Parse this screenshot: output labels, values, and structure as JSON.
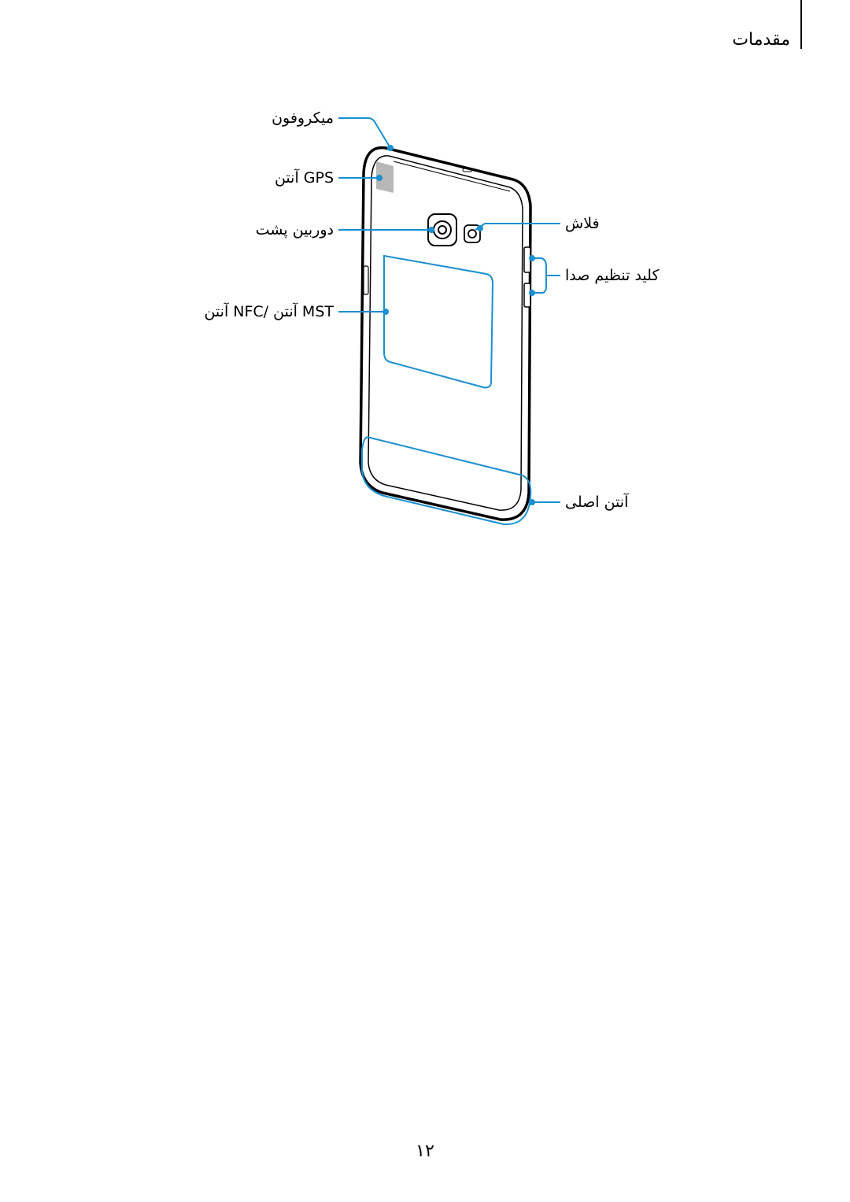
{
  "header": {
    "section_title": "مقدمات"
  },
  "callouts": {
    "microphone": "میکروفون",
    "gps_antenna": "آنتن GPS",
    "rear_camera": "دوربین پشت",
    "nfc_mst_antenna": "آنتن NFC/ آنتن MST",
    "flash": "فلاش",
    "volume_key": "کلید تنظیم صدا",
    "main_antenna": "آنتن اصلی"
  },
  "colors": {
    "callout": "#1a8fd1",
    "outline": "#000000",
    "gps_area": "#b8b8b8"
  },
  "footer": {
    "page_number": "۱۲"
  }
}
